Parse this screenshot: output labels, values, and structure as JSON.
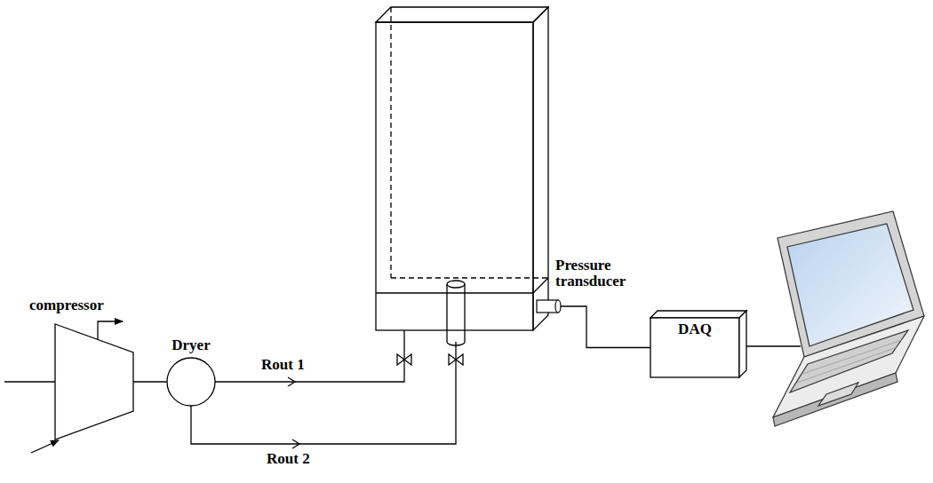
{
  "diagram": {
    "nodes": [
      {
        "text": [
          "compressor"
        ]
      },
      {
        "text": [
          "Dryer"
        ]
      },
      {
        "text": [
          "Pressure transducer"
        ]
      },
      {
        "text": [
          "DAQ"
        ]
      }
    ],
    "edges": [
      {
        "from": 0,
        "to": 1,
        "arrow": "none"
      },
      {
        "from": 2,
        "to": 3,
        "arrow": "none"
      }
    ],
    "labels": [
      "Rout 1",
      "Rout 2"
    ]
  }
}
